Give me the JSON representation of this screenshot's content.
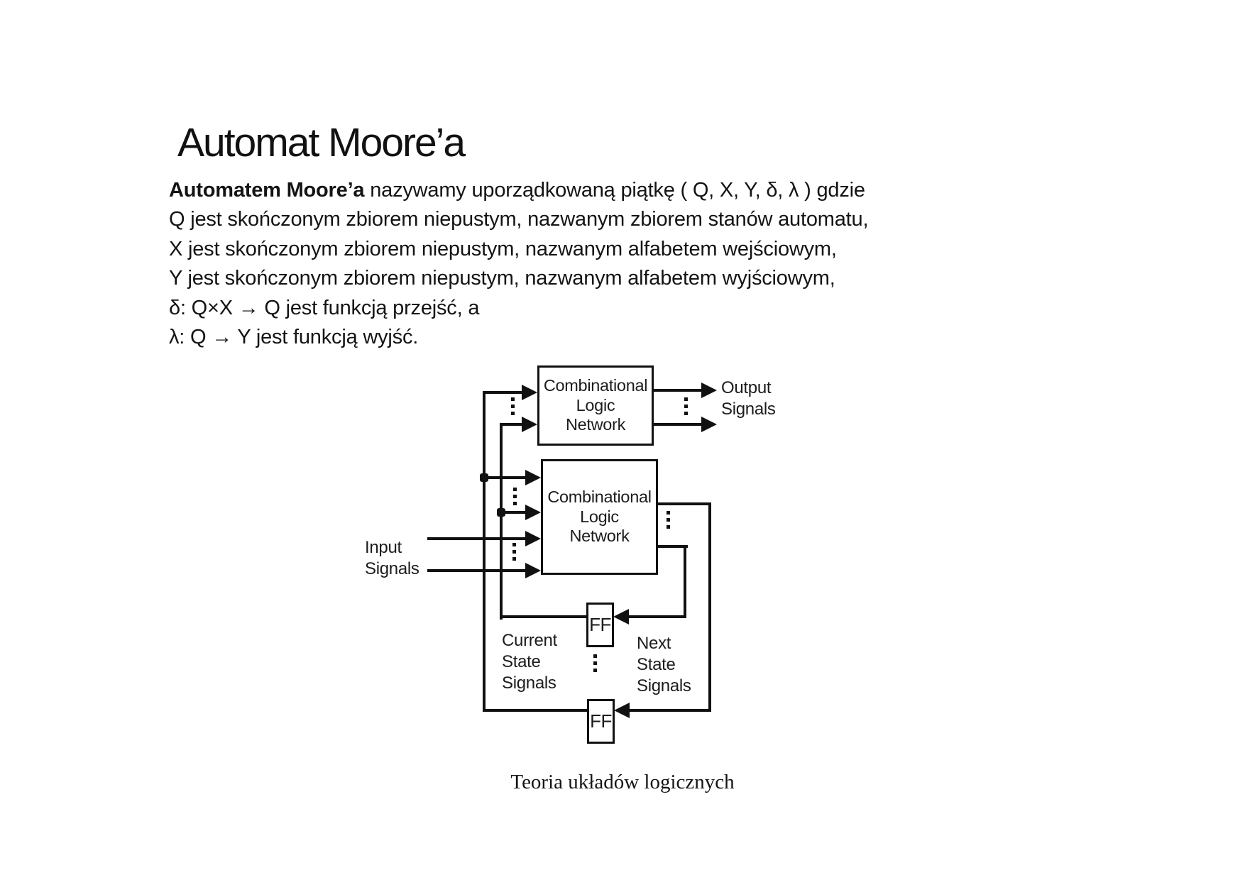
{
  "page": {
    "title": "Automat Moore’a",
    "paragraph": {
      "line1_bold": "Automatem Moore’a",
      "line1_rest": " nazywamy uporządkowaną piątkę ( Q, X, Y, δ, λ ) gdzie",
      "line2": "Q jest skończonym zbiorem niepustym, nazwanym zbiorem stanów automatu,",
      "line3": "X jest skończonym zbiorem niepustym, nazwanym alfabetem wejściowym,",
      "line4": "Y jest skończonym zbiorem niepustym, nazwanym alfabetem wyjściowym,",
      "line5": "δ: Q×X → Q jest funkcją przejść, a",
      "line6": "λ: Q → Y jest funkcją wyjść."
    },
    "caption": "Teoria układów logicznych"
  },
  "diagram": {
    "output_logic_label": "Combinational\nLogic\nNetwork",
    "next_state_logic_label": "Combinational\nLogic\nNetwork",
    "ff_top_label": "FF",
    "ff_bottom_label": "FF",
    "output_signals_label": "Output\nSignals",
    "input_signals_label": "Input\nSignals",
    "current_state_label": "Current\nState\nSignals",
    "next_state_label": "Next\nState\nSignals"
  },
  "colors": {
    "background": "#ffffff",
    "ink": "#111111"
  }
}
